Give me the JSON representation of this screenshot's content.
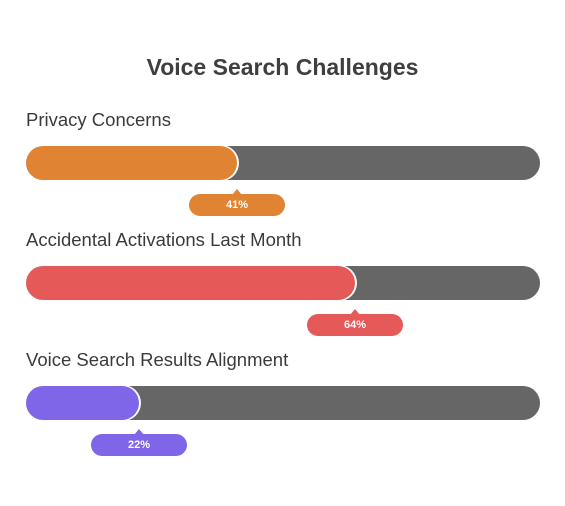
{
  "chart_data": {
    "type": "bar",
    "title": "Voice Search Challenges",
    "categories": [
      "Privacy Concerns",
      "Accidental Activations Last Month",
      "Voice Search Results Alignment"
    ],
    "values": [
      41,
      64,
      22
    ],
    "value_labels": [
      "41%",
      "64%",
      "22%"
    ],
    "unit": "%",
    "xlim": [
      0,
      100
    ],
    "orientation": "horizontal-progress",
    "colors": [
      "#e08332",
      "#e55958",
      "#7f66e8"
    ],
    "track_color": "#666666",
    "legend": "none",
    "grid": false
  }
}
